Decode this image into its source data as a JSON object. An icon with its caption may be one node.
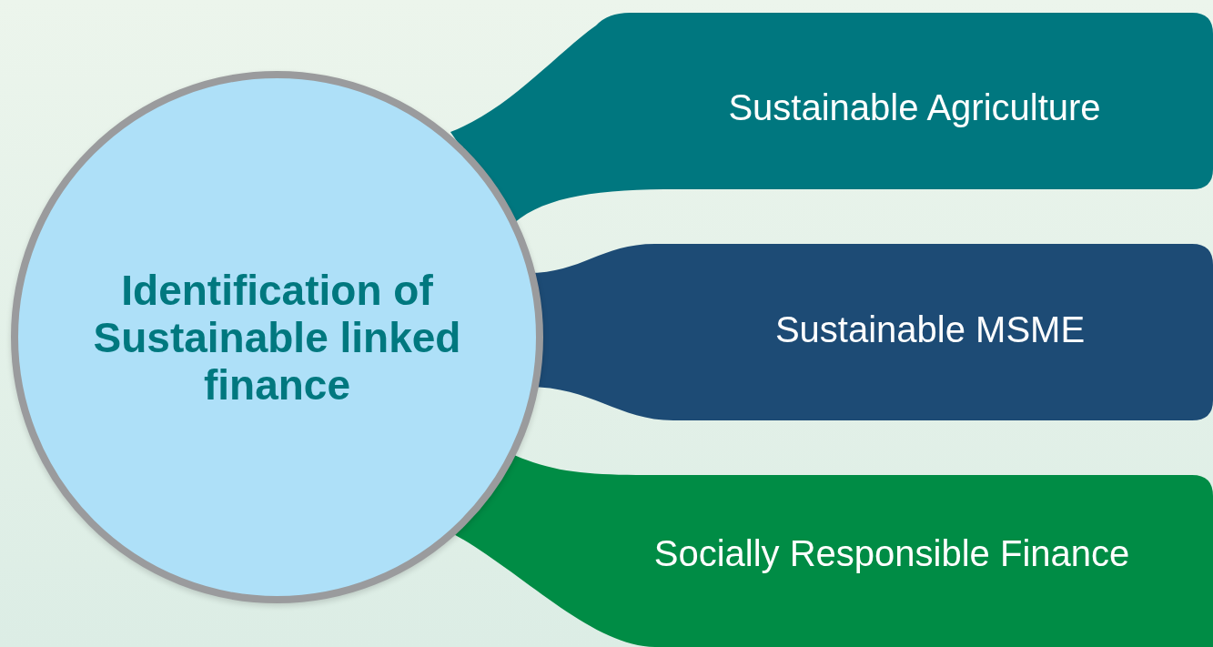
{
  "diagram": {
    "nodes": [
      {
        "text": [
          "Identification of Sustainable linked finance"
        ]
      },
      {
        "text": [
          "Sustainable Agriculture"
        ]
      },
      {
        "text": [
          "Sustainable MSME"
        ]
      },
      {
        "text": [
          "Socially Responsible Finance"
        ]
      }
    ]
  }
}
